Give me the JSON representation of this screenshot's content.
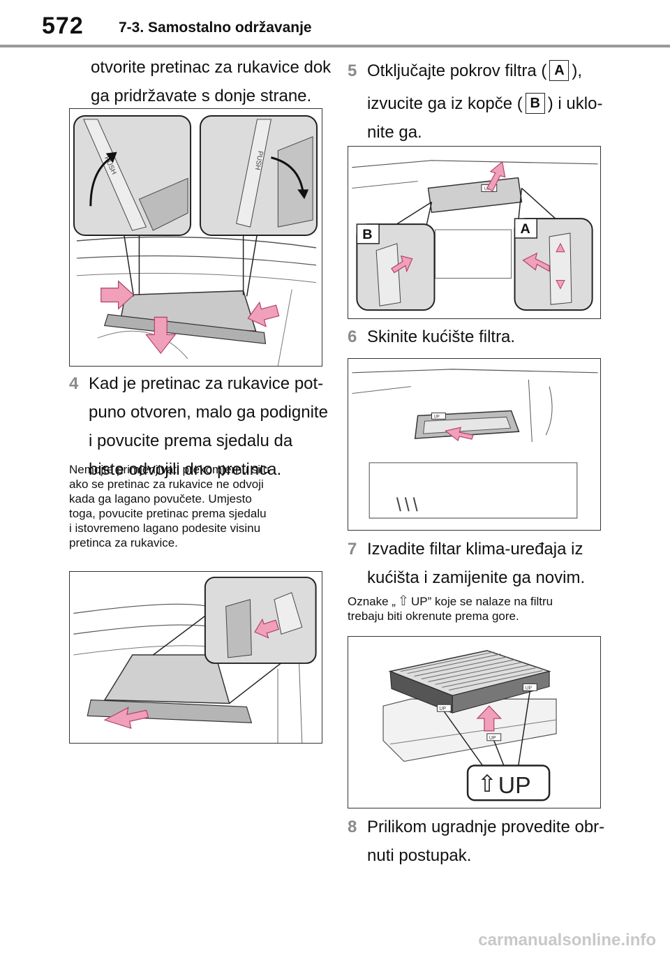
{
  "header": {
    "page_number": "572",
    "section": "7-3. Samostalno održavanje"
  },
  "left": {
    "intro_line1": "otvorite pretinac za rukavice dok",
    "intro_line2": "ga pridržavate s donje strane.",
    "step4": {
      "number": "4",
      "line1": "Kad je pretinac za rukavice pot-",
      "line2": "puno otvoren, malo ga podignite",
      "line3": "i povucite prema sjedalu da",
      "line4": "biste odvojili dno pretinca."
    },
    "note": {
      "line1": "Nemojte primjenjivati prekomjernu silu",
      "line2": "ako se pretinac za rukavice ne odvoji",
      "line3": "kada ga lagano povučete. Umjesto",
      "line4": "toga, povucite pretinac prema sjedalu",
      "line5": "i istovremeno lagano podesite visinu",
      "line6": "pretinca za rukavice."
    },
    "fig1_push_left": "PUSH",
    "fig1_push_right": "PUSH"
  },
  "right": {
    "step5": {
      "number": "5",
      "line1_a": "Otključajte pokrov filtra (",
      "label_a": "A",
      "line1_b": "),",
      "line2_a": "izvucite ga iz kopče (",
      "label_b": "B",
      "line2_b": ") i uklo-",
      "line3": "nite ga."
    },
    "fig3_label_a": "A",
    "fig3_label_b": "B",
    "fig_up_small": "UP",
    "step6": {
      "number": "6",
      "text": "Skinite kućište filtra."
    },
    "step7": {
      "number": "7",
      "line1": "Izvadite filtar klima-uređaja iz",
      "line2": "kućišta i zamijenite ga novim."
    },
    "note": {
      "line1_a": "Oznake „",
      "line1_b": "UP” koje se nalaze na filtru",
      "line2": "trebaju biti okrenute prema gore."
    },
    "fig5_up_big": "UP",
    "step8": {
      "number": "8",
      "line1": "Prilikom ugradnje provedite obr-",
      "line2": "nuti postupak."
    }
  },
  "watermark": "carmanualsonline.info"
}
